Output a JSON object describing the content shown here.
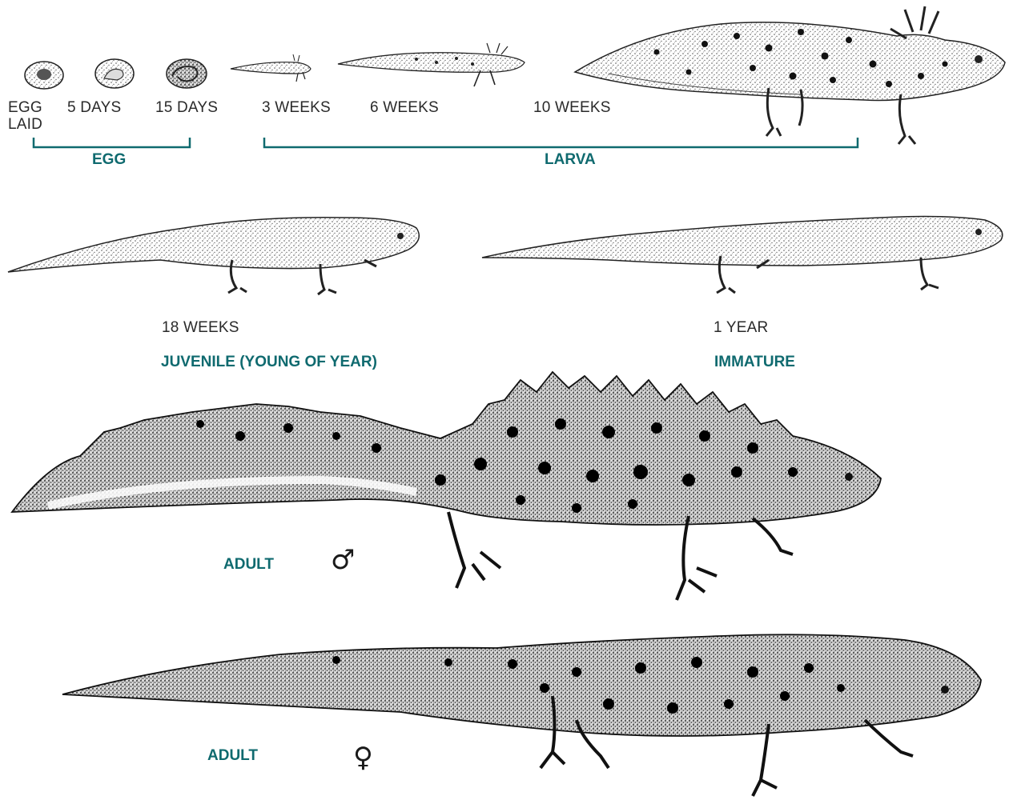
{
  "colors": {
    "stage_label": "#0f6a6f",
    "bracket": "#0f6a6f",
    "ink": "#1a1a1a"
  },
  "timeline": {
    "egg_laid": "EGG LAID",
    "day5": "5 DAYS",
    "day15": "15 DAYS",
    "week3": "3 WEEKS",
    "week6": "6 WEEKS",
    "week10": "10 WEEKS",
    "week18": "18 WEEKS",
    "year1": "1 YEAR"
  },
  "stages": {
    "egg": "EGG",
    "larva": "LARVA",
    "juvenile": "JUVENILE (YOUNG OF YEAR)",
    "immature": "IMMATURE",
    "adult_male": "ADULT",
    "adult_female": "ADULT"
  },
  "symbols": {
    "male": "♂",
    "female": "♀"
  }
}
